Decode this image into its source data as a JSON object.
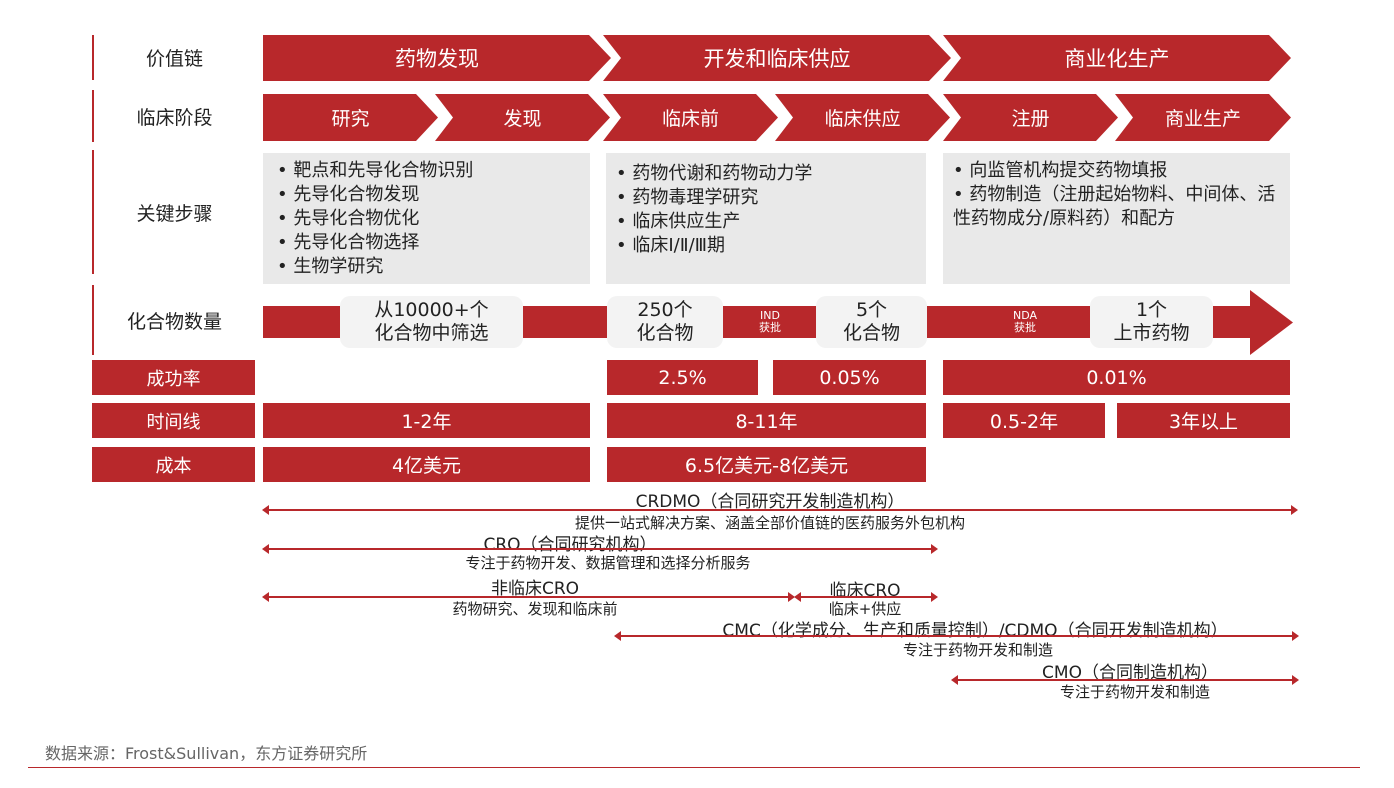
{
  "row_labels": {
    "value_chain": "价值链",
    "clinical_stage": "临床阶段",
    "key_steps": "关键步骤",
    "compound_count": "化合物数量",
    "success_rate": "成功率",
    "timeline": "时间线",
    "cost": "成本"
  },
  "value_chain": [
    "药物发现",
    "开发和临床供应",
    "商业化生产"
  ],
  "stages": [
    "研究",
    "发现",
    "临床前",
    "临床供应",
    "注册",
    "商业生产"
  ],
  "key_steps": [
    [
      "靶点和先导化合物识别",
      "先导化合物发现",
      "先导化合物优化",
      "先导化合物选择",
      "生物学研究"
    ],
    [
      "药物代谢和药物动力学",
      "药物毒理学研究",
      "临床供应生产",
      "临床Ⅰ/Ⅱ/Ⅲ期"
    ],
    [
      "向监管机构提交药物填报",
      "药物制造（注册起始物料、中间体、活性药物成分/原料药）和配方"
    ]
  ],
  "compounds": {
    "c1a": "从10000+个",
    "c1b": "化合物中筛选",
    "c2a": "250个",
    "c2b": "化合物",
    "ind_a": "IND",
    "ind_b": "获批",
    "c3a": "5个",
    "c3b": "化合物",
    "nda_a": "NDA",
    "nda_b": "获批",
    "c4a": "1个",
    "c4b": "上市药物"
  },
  "success_rates": [
    "2.5%",
    "0.05%",
    "0.01%"
  ],
  "timelines": [
    "1-2年",
    "8-11年",
    "0.5-2年",
    "3年以上"
  ],
  "costs": [
    "4亿美元",
    "6.5亿美元-8亿美元"
  ],
  "services": {
    "crdmo": {
      "title": "CRDMO（合同研究开发制造机构）",
      "desc": "提供一站式解决方案、涵盖全部价值链的医药服务外包机构"
    },
    "cro": {
      "title": "CRO（合同研究机构）",
      "desc": "专注于药物开发、数据管理和选择分析服务"
    },
    "nonclinical_cro": {
      "title": "非临床CRO",
      "desc": "药物研究、发现和临床前"
    },
    "clinical_cro": {
      "title": "临床CRO",
      "desc": "临床+供应"
    },
    "cmc": {
      "title": "CMC（化学成分、生产和质量控制）/CDMO（合同开发制造机构）",
      "desc": "专注于药物开发和制造"
    },
    "cmo": {
      "title": "CMO（合同制造机构）",
      "desc": "专注于药物开发和制造"
    }
  },
  "source": "数据来源：Frost&Sullivan，东方证券研究所"
}
